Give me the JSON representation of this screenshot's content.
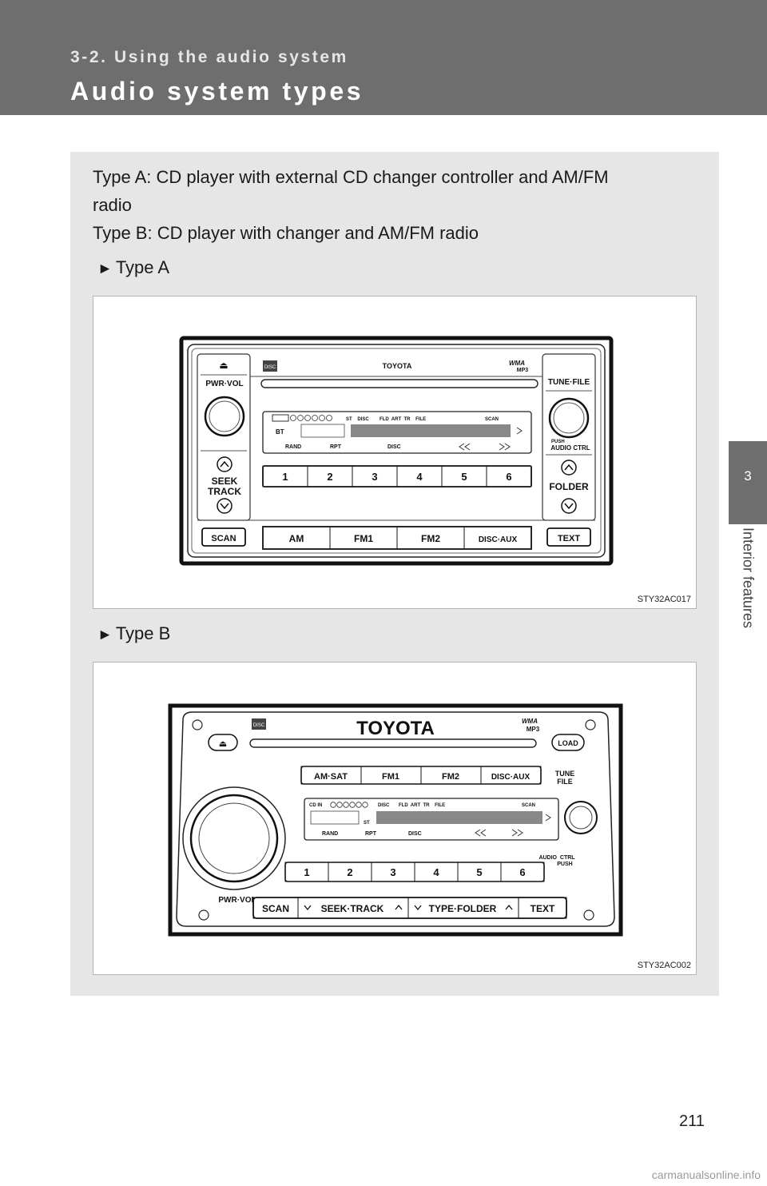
{
  "header": {
    "section_label": "3-2. Using the audio system",
    "title": "Audio system types"
  },
  "sidebar": {
    "chapter_number": "3",
    "chapter_title": "Interior features"
  },
  "intro": {
    "line1": "Type A: CD player with external CD changer controller and AM/FM",
    "line2": "radio",
    "line3": "Type B: CD player with changer and AM/FM radio"
  },
  "type_a": {
    "heading": "Type A",
    "figure_code": "STY32AC017",
    "unit": {
      "brand": "TOYOTA",
      "disc_logo": "DISC",
      "format_logo_top": "WMA",
      "format_logo_bottom": "MP3",
      "eject": "⏏",
      "pwr_vol": "PWR·VOL",
      "tune_file": "TUNE·FILE",
      "push": "PUSH",
      "audio_ctrl": "AUDIO CTRL",
      "seek": "SEEK",
      "track": "TRACK",
      "folder": "FOLDER",
      "display_top": "ST    DISC        FLD  ART  TR    FILE",
      "scan_ind": "SCAN",
      "bt": "BT",
      "rand": "RAND",
      "rpt": "RPT",
      "disc_ind": "DISC",
      "presets": [
        "1",
        "2",
        "3",
        "4",
        "5",
        "6"
      ],
      "bottom_buttons": [
        "SCAN",
        "AM",
        "FM1",
        "FM2",
        "DISC·AUX",
        "TEXT"
      ]
    }
  },
  "type_b": {
    "heading": "Type B",
    "figure_code": "STY32AC002",
    "unit": {
      "brand": "TOYOTA",
      "disc_logo": "DISC",
      "format_logo_top": "WMA",
      "format_logo_bottom": "MP3",
      "eject": "⏏",
      "load": "LOAD",
      "band_buttons": [
        "AM·SAT",
        "FM1",
        "FM2",
        "DISC·AUX"
      ],
      "tune": "TUNE",
      "file": "FILE",
      "cd_in": "CD IN",
      "display_top": "DISC       FLD  ART  TR    FILE",
      "scan_ind": "SCAN",
      "st": "ST",
      "rand": "RAND",
      "rpt": "RPT",
      "disc_ind": "DISC",
      "audio_ctrl": "AUDIO  CTRL",
      "push": "PUSH",
      "presets": [
        "1",
        "2",
        "3",
        "4",
        "5",
        "6"
      ],
      "pwr_vol": "PWR·VOL",
      "scan": "SCAN",
      "seek_track": "SEEK·TRACK",
      "type_folder": "TYPE·FOLDER",
      "text": "TEXT"
    }
  },
  "page_number": "211",
  "watermark": "carmanualsonline.info"
}
